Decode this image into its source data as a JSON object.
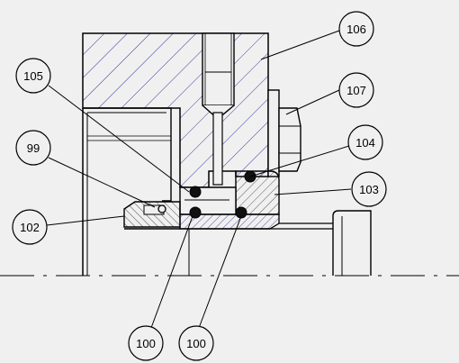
{
  "background": "#f0f0f0",
  "colors": {
    "line": "#000000",
    "hatch_body": "#3a3aa0",
    "hatch_seal": "#555555",
    "callout_fill": "#f0f0f0"
  },
  "callouts": {
    "c106": "106",
    "c107": "107",
    "c105": "105",
    "c104": "104",
    "c99": "99",
    "c103": "103",
    "c102": "102",
    "c100a": "100",
    "c100b": "100"
  }
}
